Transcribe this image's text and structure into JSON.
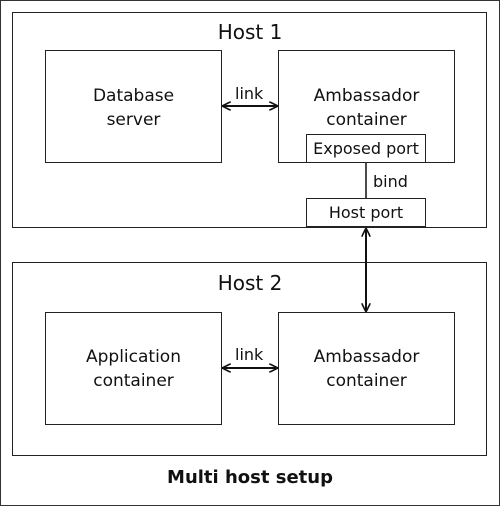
{
  "host1": {
    "title": "Host 1",
    "database_server": {
      "line1": "Database",
      "line2": "server"
    },
    "ambassador": {
      "line1": "Ambassador",
      "line2": "container"
    },
    "exposed_port": "Exposed port",
    "host_port": "Host port"
  },
  "host2": {
    "title": "Host 2",
    "application": {
      "line1": "Application",
      "line2": "container"
    },
    "ambassador": {
      "line1": "Ambassador",
      "line2": "container"
    }
  },
  "edges": {
    "link_top": "link",
    "link_bottom": "link",
    "bind": "bind"
  },
  "caption": "Multi host setup"
}
